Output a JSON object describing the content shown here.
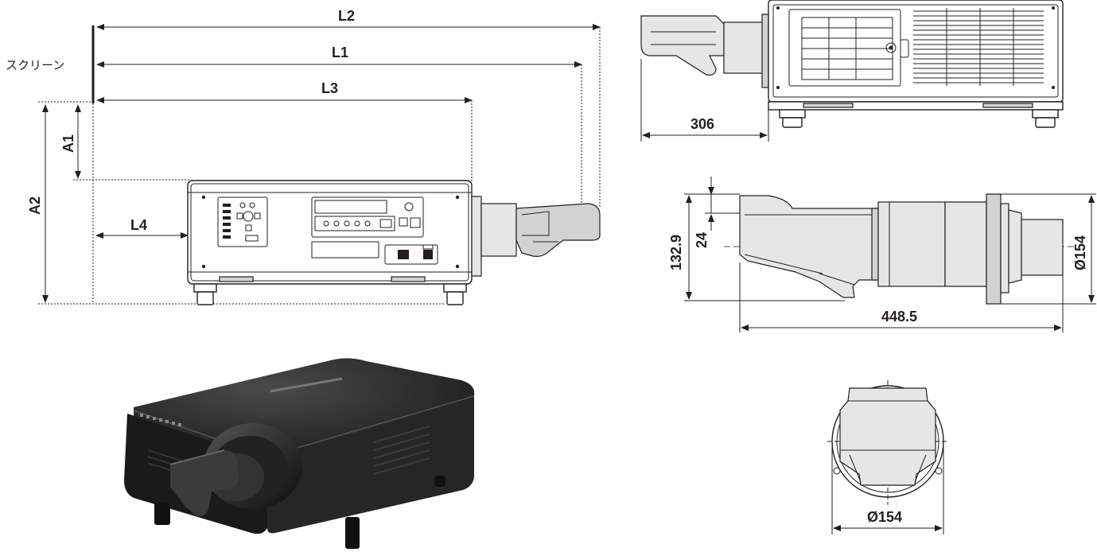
{
  "labels": {
    "screen": "スクリーン",
    "L1": "L1",
    "L2": "L2",
    "L3": "L3",
    "L4": "L4",
    "A1": "A1",
    "A2": "A2",
    "top_depth": "306",
    "lens_height": "132.9",
    "lens_offset": "24",
    "lens_diameter_side": "Ø154",
    "lens_length": "448.5",
    "lens_diameter_front": "Ø154"
  },
  "colors": {
    "line": "#231f20",
    "projector_body": "#1e1e1e",
    "lens_fill": "#e6e6e6"
  }
}
